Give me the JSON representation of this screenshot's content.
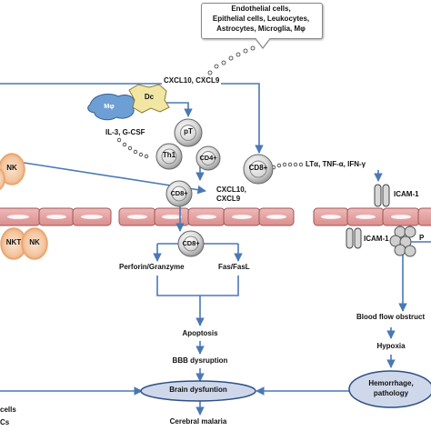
{
  "source_cells": [
    "Endothelial cells,",
    "Epithelial cells, Leukocytes,",
    "Astrocytes, Microglia, Mφ"
  ],
  "chemokines_top": "CXCL10,  CXCL9",
  "cells": {
    "macrophage": "Mφ",
    "dendritic": "Dc",
    "pT": "pT",
    "th1": "Th1",
    "cd4": "CD4+",
    "cd8_mid": "CD8+",
    "cd8_lower": "CD8+",
    "cd8_center": "CD8+",
    "nk_left": "NK",
    "nkt": "NKT",
    "nk_bottom": "NK"
  },
  "cytokines_left": "IL-3, G-CSF",
  "cytokines_right": "LTα, TNF-α, IFN-γ",
  "chemokines_mid": [
    "CXCL10,",
    "CXCL9"
  ],
  "icam_top": "ICAM-1",
  "icam_bottom": "ICAM-1",
  "p_partial": "P",
  "pathway": {
    "perforin": "Perforin/Granzyme",
    "fas": "Fas/FasL",
    "apoptosis": "Apoptosis",
    "bbb": "BBB dysruption",
    "brain": "Brain dysfuntion",
    "malaria": "Cerebral malaria"
  },
  "right_pathway": {
    "blood_flow": "Blood flow obstruct",
    "hypoxia": "Hypoxia",
    "hemorrhage": [
      "Hemorrhage,",
      "pathology"
    ]
  },
  "left_edge": [
    "cells",
    "Cs"
  ],
  "colors": {
    "arrow": "#4a78b5",
    "endothelial": "#e5a3a3",
    "endothelial_stroke": "#a05656",
    "nk_fill": "#f3c59f",
    "nk_ring": "#e9a36c",
    "macrophage": "#6d9fd4",
    "dendritic": "#f2e6a4",
    "gray_cell": "#c8c8c8"
  }
}
